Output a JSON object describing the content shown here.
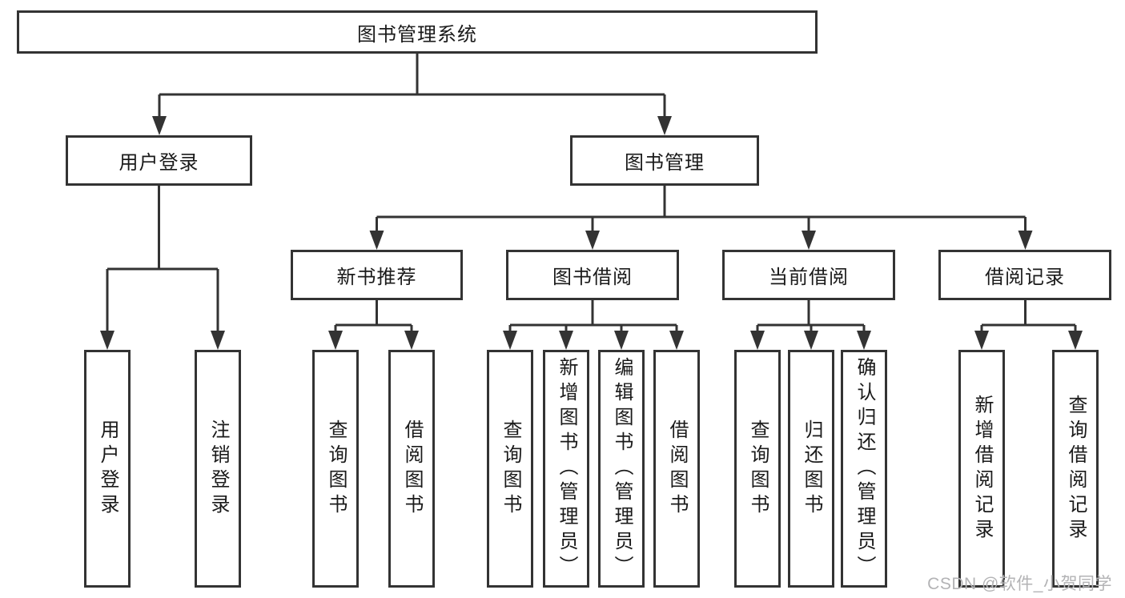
{
  "tree": {
    "root": {
      "label": "图书管理系统"
    },
    "branches": [
      {
        "label": "用户登录",
        "children": [
          {
            "label": "用户登录"
          },
          {
            "label": "注销登录"
          }
        ]
      },
      {
        "label": "图书管理",
        "sections": [
          {
            "label": "新书推荐",
            "children": [
              {
                "label": "查询图书"
              },
              {
                "label": "借阅图书"
              }
            ]
          },
          {
            "label": "图书借阅",
            "children": [
              {
                "label": "查询图书"
              },
              {
                "label": "新增图书（管理员）"
              },
              {
                "label": "编辑图书（管理员）"
              },
              {
                "label": "借阅图书"
              }
            ]
          },
          {
            "label": "当前借阅",
            "children": [
              {
                "label": "查询图书"
              },
              {
                "label": "归还图书"
              },
              {
                "label": "确认归还（管理员）"
              }
            ]
          },
          {
            "label": "借阅记录",
            "children": [
              {
                "label": "新增借阅记录"
              },
              {
                "label": "查询借阅记录"
              }
            ]
          }
        ]
      }
    ]
  },
  "watermark": {
    "text": "CSDN @软件_小贺同学"
  },
  "colors": {
    "line": "#333333",
    "box_border": "#333333",
    "text": "#1a1a1a",
    "watermark": "#b3b3b5",
    "background": "#ffffff"
  }
}
